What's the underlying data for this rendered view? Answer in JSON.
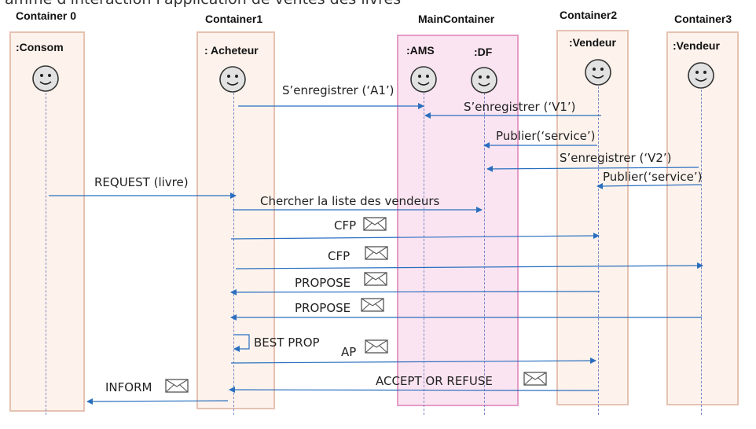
{
  "caption": "amme d'interaction l'application de ventes des livres",
  "containers": [
    {
      "title": "Container 0",
      "role": ":Consom"
    },
    {
      "title": "Container1",
      "role": ": Acheteur"
    },
    {
      "title": "MainContainer",
      "roles": [
        ":AMS",
        ":DF"
      ]
    },
    {
      "title": "Container2",
      "role": ":Vendeur"
    },
    {
      "title": "Container3",
      "role": ":Vendeur"
    }
  ],
  "messages": [
    {
      "label": "S’enregistrer (‘A1’)",
      "from": "Acheteur",
      "to": "AMS"
    },
    {
      "label": "S’enregistrer (‘V1’)",
      "from": "Vendeur2",
      "to": "AMS"
    },
    {
      "label": "Publier(‘service’)",
      "from": "Vendeur2",
      "to": "DF"
    },
    {
      "label": "S’enregistrer (‘V2’)",
      "from": "Vendeur3",
      "to": "DF"
    },
    {
      "label": "Publier(‘service’)",
      "from": "Vendeur3",
      "to": "Vendeur2"
    },
    {
      "label": "REQUEST (livre)",
      "from": "Consom",
      "to": "Acheteur"
    },
    {
      "label": "Chercher la liste des vendeurs",
      "from": "Acheteur",
      "to": "DF"
    },
    {
      "label": "CFP",
      "from": "Acheteur",
      "to": "Vendeur2",
      "envelope": true
    },
    {
      "label": "CFP",
      "from": "Acheteur",
      "to": "Vendeur3",
      "envelope": true
    },
    {
      "label": "PROPOSE",
      "from": "Vendeur2",
      "to": "Acheteur",
      "envelope": true
    },
    {
      "label": "PROPOSE",
      "from": "Vendeur3",
      "to": "Acheteur",
      "envelope": true
    },
    {
      "label": "BEST PROP",
      "from": "Acheteur",
      "to": "Acheteur"
    },
    {
      "label": "AP",
      "from": "Acheteur",
      "to": "Vendeur2",
      "envelope": true
    },
    {
      "label": "ACCEPT OR REFUSE",
      "from": "Vendeur2",
      "to": "Acheteur",
      "envelope": true
    },
    {
      "label": "INFORM",
      "from": "Acheteur",
      "to": "Consom",
      "envelope": true
    }
  ],
  "colors": {
    "arrow": "#2a6fbf",
    "lifeline": "#7d87c9",
    "box_border": "#e6c2b2",
    "box_fill": "#fdf3ec",
    "main_border": "#e49bc6",
    "main_fill": "#fbe4f1"
  }
}
